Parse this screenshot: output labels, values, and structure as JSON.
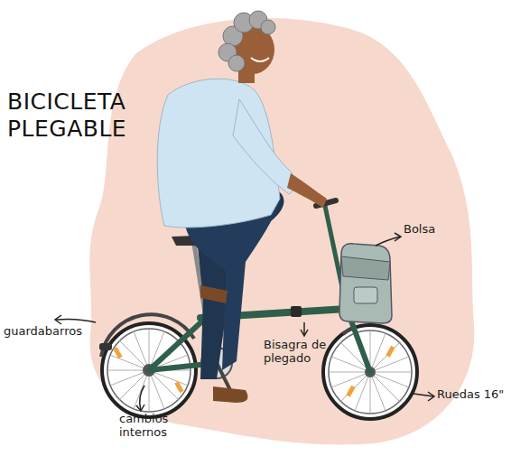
{
  "diagram": {
    "title": "BICICLETA PLEGABLE",
    "labels": [
      "Bolsa",
      "guardabarros",
      "Bisagra de plegado",
      "Ruedas 16\"",
      "cambios internos"
    ]
  }
}
